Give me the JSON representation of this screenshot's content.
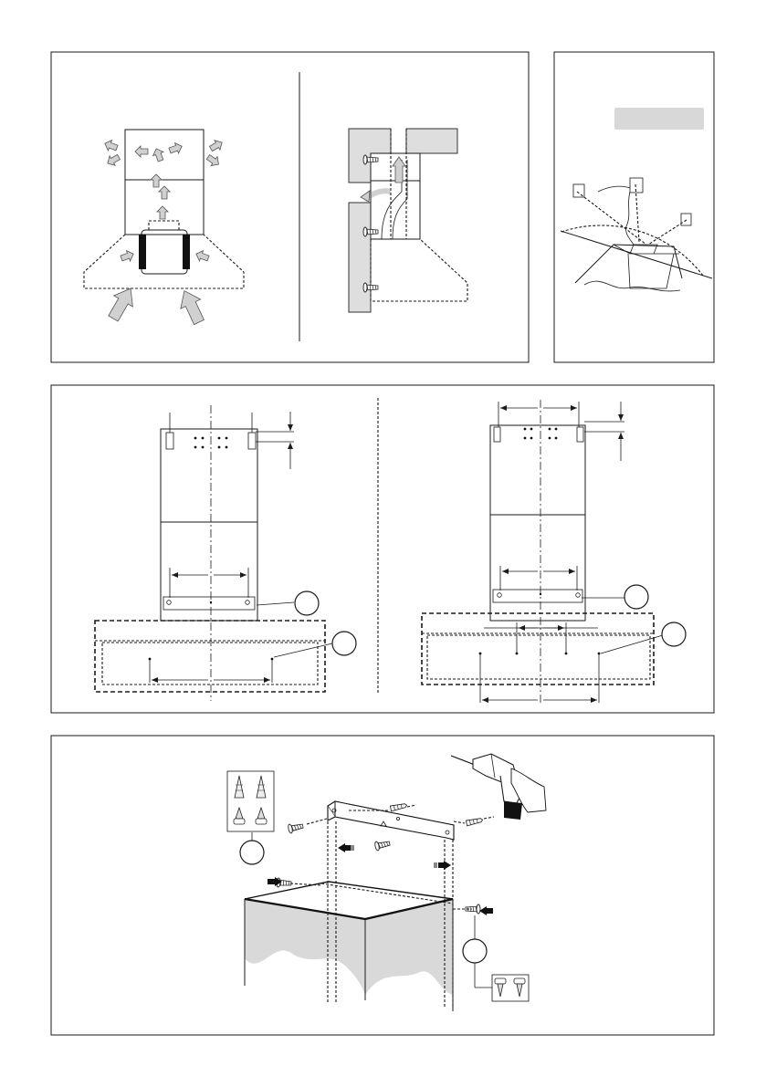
{
  "document": {
    "panels": [
      {
        "id": "airflow-recirculation"
      },
      {
        "id": "airflow-extraction"
      },
      {
        "id": "electrical-connection"
      },
      {
        "id": "mounting-dimensions-a"
      },
      {
        "id": "mounting-dimensions-b"
      },
      {
        "id": "bracket-installation"
      }
    ],
    "icons": [
      "arrow-icon",
      "screw-icon",
      "wall-plug-icon",
      "drill-icon",
      "socket-icon",
      "label-circle-icon"
    ],
    "colors": {
      "line": "#1a1a1a",
      "shade": "#d9d9d9",
      "arrow": "#d0d0d0",
      "label": "#d8d8d8"
    }
  }
}
